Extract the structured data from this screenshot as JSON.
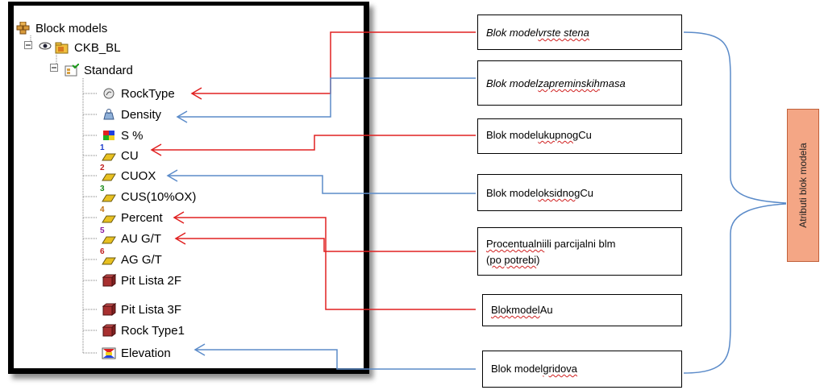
{
  "tree": {
    "root": {
      "label": "Block models",
      "icon": "block-models-icon"
    },
    "model": {
      "label": "CKB_BL",
      "icon": "folder-eye-icon"
    },
    "group": {
      "label": "Standard",
      "icon": "standard-group-icon"
    },
    "attributes": [
      {
        "label": "RockType",
        "icon": "rocktype-icon",
        "sub": ""
      },
      {
        "label": "Density",
        "icon": "density-icon",
        "sub": ""
      },
      {
        "label": "S %",
        "icon": "grid-color-icon",
        "sub": ""
      },
      {
        "label": "CU",
        "icon": "grade-icon",
        "sub": "1",
        "subColor": "#1a3ccc"
      },
      {
        "label": "CUOX",
        "icon": "grade-icon",
        "sub": "2",
        "subColor": "#c02020"
      },
      {
        "label": "CUS(10%OX)",
        "icon": "grade-icon",
        "sub": "3",
        "subColor": "#1a8a1a"
      },
      {
        "label": "Percent",
        "icon": "grade-icon",
        "sub": "4",
        "subColor": "#c07010"
      },
      {
        "label": "AU G/T",
        "icon": "grade-icon",
        "sub": "5",
        "subColor": "#8a1aa0"
      },
      {
        "label": "AG G/T",
        "icon": "grade-icon",
        "sub": "6",
        "subColor": "#c02020"
      },
      {
        "label": "Pit Lista 2F",
        "icon": "block-cube-icon",
        "sub": ""
      },
      {
        "label": "Pit Lista 3F",
        "icon": "block-cube-icon",
        "sub": ""
      },
      {
        "label": "Rock Type1",
        "icon": "block-cube-icon",
        "sub": ""
      },
      {
        "label": "Elevation",
        "icon": "elevation-icon",
        "sub": ""
      }
    ]
  },
  "callouts": {
    "rocktype": {
      "pre": "Blok model ",
      "sq": "vrste stena",
      "post": ""
    },
    "density": {
      "pre": "Blok model ",
      "sq": "zapreminskih",
      "post": " masa"
    },
    "cu": {
      "pre": "Blok model ",
      "sq": "ukupnog",
      "post": " Cu"
    },
    "cuox": {
      "pre": "Blok model ",
      "sq": "oksidnog",
      "post": " Cu"
    },
    "percent_line1": {
      "pre": "",
      "sq": "Procentualni",
      "post": " ili parcijalni blm"
    },
    "percent_line2": {
      "pre": "(",
      "sq": "po potrebi",
      "post": ")"
    },
    "au": {
      "pre": "",
      "sq": "Blokmodel",
      "post": " Au"
    },
    "elevation": {
      "pre": "Blok model ",
      "sq": "gridova",
      "post": ""
    }
  },
  "side_label": "Atributi blok modela",
  "colors": {
    "red": "#e02020",
    "blue": "#5b8bc9",
    "brace": "#5b8bc9",
    "side_fill": "#f4a685"
  }
}
